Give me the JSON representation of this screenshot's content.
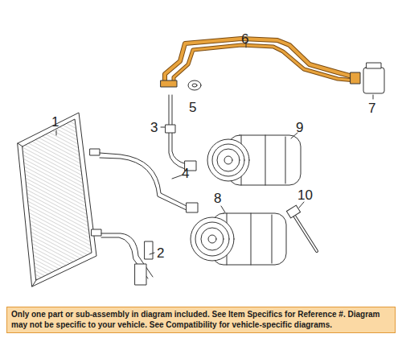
{
  "diagram": {
    "nodes": [
      {
        "text": [
          "Only one part or sub-assembly in diagram included. See Item Specifics for Reference #. Diagram may not be specific to your vehicle. See Compatibility for vehicle-specific diagrams."
        ]
      }
    ],
    "labels": [
      "1",
      "2",
      "3",
      "4",
      "5",
      "6",
      "7",
      "8",
      "9",
      "10"
    ]
  }
}
